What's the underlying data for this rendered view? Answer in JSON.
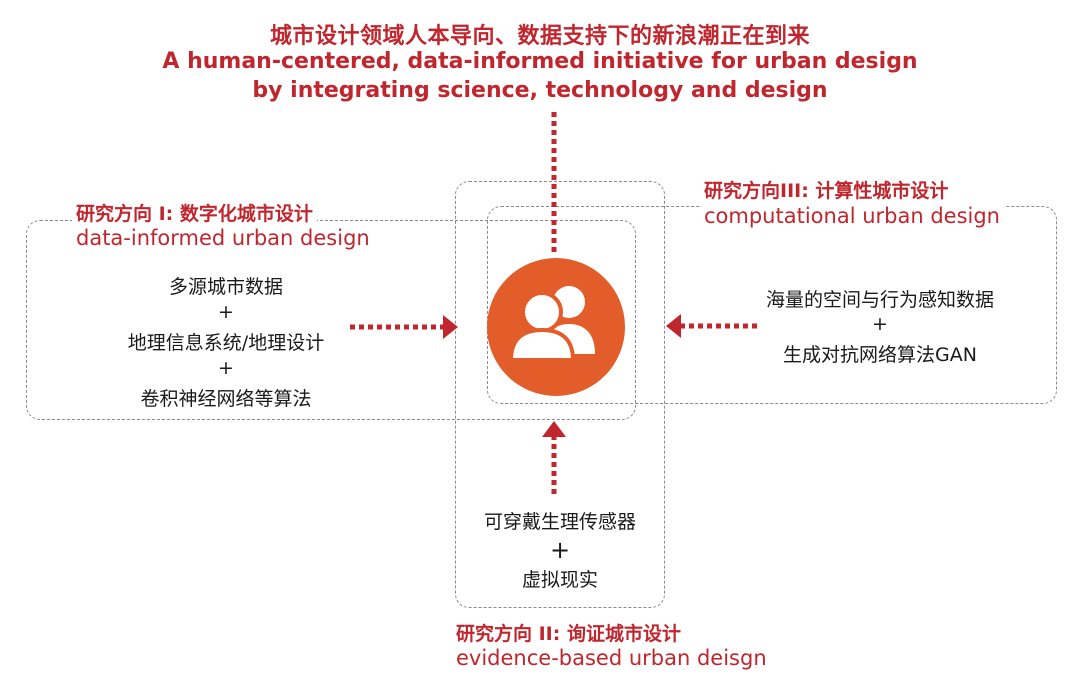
{
  "title": {
    "cn": "城市设计领域人本导向、数据支持下的新浪潮正在到来",
    "en_line1": "A human-centered, data-informed initiative for urban design",
    "en_line2": "by integrating science, technology and design"
  },
  "direction1": {
    "cn": "研究方向 I: 数字化城市设计",
    "en": "data-informed urban design",
    "items": [
      "多源城市数据",
      "+",
      "地理信息系统/地理设计",
      "+",
      "卷积神经网络等算法"
    ]
  },
  "direction2": {
    "cn": "研究方向 II: 询证城市设计",
    "en": "evidence-based urban deisgn",
    "items": [
      "可穿戴生理传感器",
      "+",
      "虚拟现实"
    ]
  },
  "direction3": {
    "cn": "研究方向III: 计算性城市设计",
    "en": "computational urban design",
    "items": [
      "海量的空间与行为感知数据",
      "+",
      "生成对抗网络算法GAN"
    ]
  },
  "colors": {
    "accent": "#c0262d",
    "icon_bg": "#e35d2b",
    "dash": "#8a8a8a"
  },
  "icons": {
    "center": "people-icon"
  }
}
